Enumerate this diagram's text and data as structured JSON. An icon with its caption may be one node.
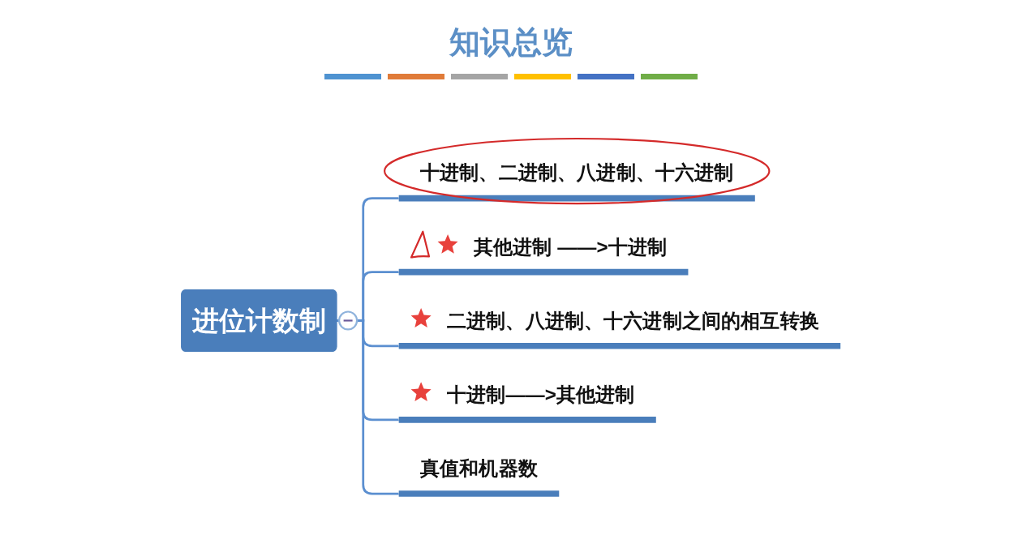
{
  "diagram": {
    "title": "知识总览",
    "nodes": [
      {
        "text": [
          "进位计数制"
        ]
      },
      {
        "text": [
          "十进制、二进制、八进制、十六进制"
        ]
      },
      {
        "text": [
          "其他进制 ——>十进制"
        ]
      },
      {
        "text": [
          "二进制、八进制、十六进制之间的相互转换"
        ]
      },
      {
        "text": [
          "十进制——>其他进制"
        ]
      },
      {
        "text": [
          "真值和机器数"
        ]
      }
    ],
    "edges": [
      {
        "from": 0,
        "to": 1,
        "arrow": "none"
      },
      {
        "from": 0,
        "to": 2,
        "arrow": "none"
      },
      {
        "from": 0,
        "to": 3,
        "arrow": "none"
      },
      {
        "from": 0,
        "to": 4,
        "arrow": "none"
      },
      {
        "from": 0,
        "to": 5,
        "arrow": "none"
      }
    ]
  }
}
